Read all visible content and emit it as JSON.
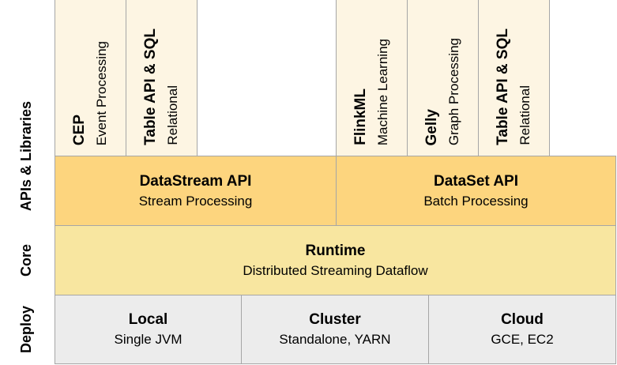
{
  "rows": {
    "apis": "APIs & Libraries",
    "core": "Core",
    "deploy": "Deploy"
  },
  "libraries": [
    {
      "title": "CEP",
      "subtitle": "Event Processing"
    },
    {
      "title": "Table API & SQL",
      "subtitle": "Relational"
    },
    {
      "title": "FlinkML",
      "subtitle": "Machine Learning"
    },
    {
      "title": "Gelly",
      "subtitle": "Graph Processing"
    },
    {
      "title": "Table API & SQL",
      "subtitle": "Relational"
    }
  ],
  "apis": [
    {
      "title": "DataStream API",
      "subtitle": "Stream Processing"
    },
    {
      "title": "DataSet API",
      "subtitle": "Batch Processing"
    }
  ],
  "runtime": {
    "title": "Runtime",
    "subtitle": "Distributed Streaming Dataflow"
  },
  "deploy": [
    {
      "title": "Local",
      "subtitle": "Single JVM"
    },
    {
      "title": "Cluster",
      "subtitle": "Standalone, YARN"
    },
    {
      "title": "Cloud",
      "subtitle": "GCE, EC2"
    }
  ],
  "colors": {
    "library": "#fdf5e3",
    "api": "#fdd57e",
    "core": "#f8e6a0",
    "deploy": "#ececec",
    "border": "#a6a6a6"
  }
}
